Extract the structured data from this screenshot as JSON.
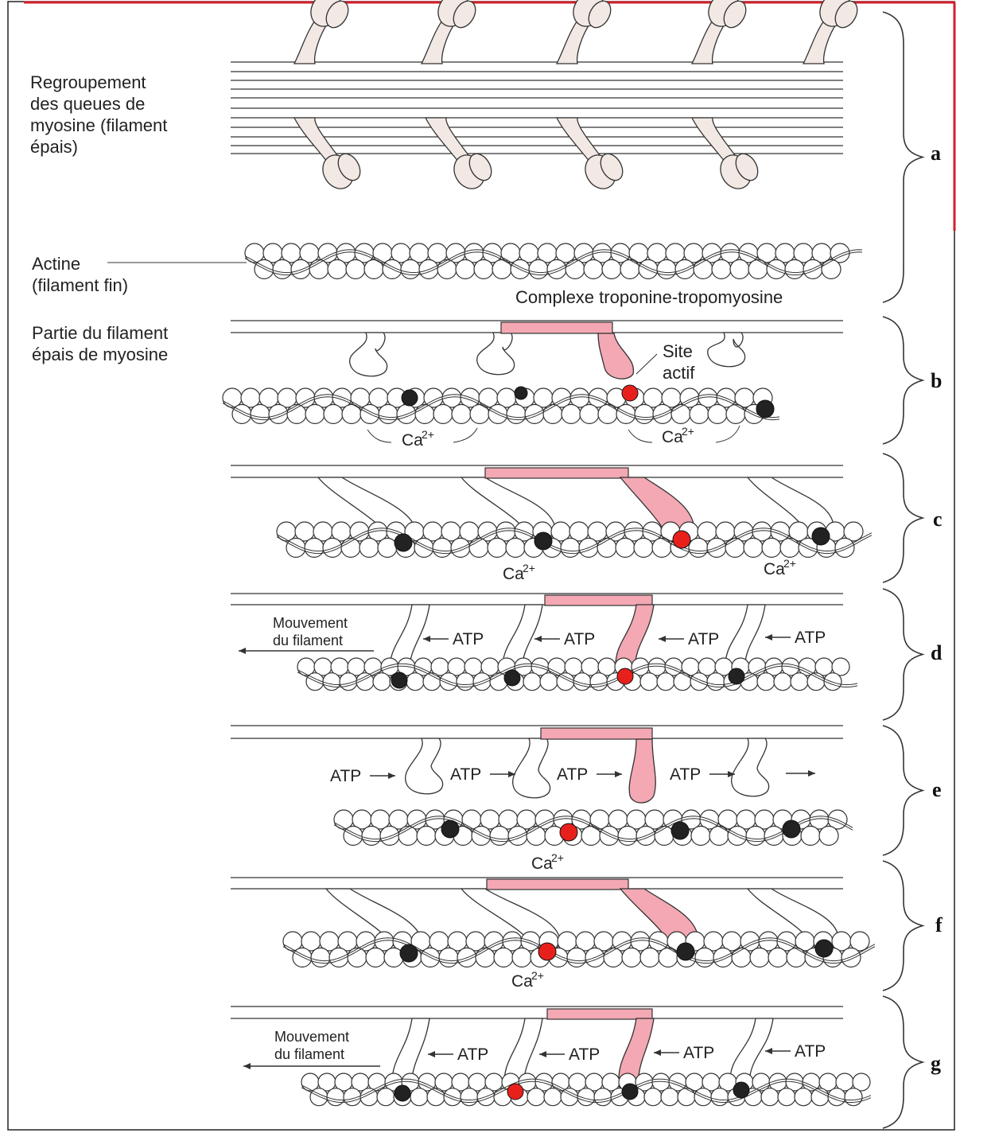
{
  "labels": {
    "thick_filament": [
      "Regroupement",
      "des queues de",
      "myosine (filament",
      "épais)"
    ],
    "actin": [
      "Actine",
      "(filament fin)"
    ],
    "complex": "Complexe troponine-tropomyosine",
    "myosin_part": [
      "Partie du filament",
      "épais de myosine"
    ],
    "active_site": [
      "Site",
      "actif"
    ],
    "movement": [
      "Mouvement",
      "du filament"
    ],
    "calcium": "Ca",
    "calcium_sup": "2+",
    "atp": "ATP"
  },
  "panel_letters": [
    "a",
    "b",
    "c",
    "d",
    "e",
    "f",
    "g"
  ],
  "colors": {
    "highlight_fill": "#f3a8b4",
    "active_site": "#e8201c",
    "bound_site": "#222222",
    "head_fill": "#f2e8e4",
    "line": "#333333",
    "border": "#d21f2b"
  }
}
